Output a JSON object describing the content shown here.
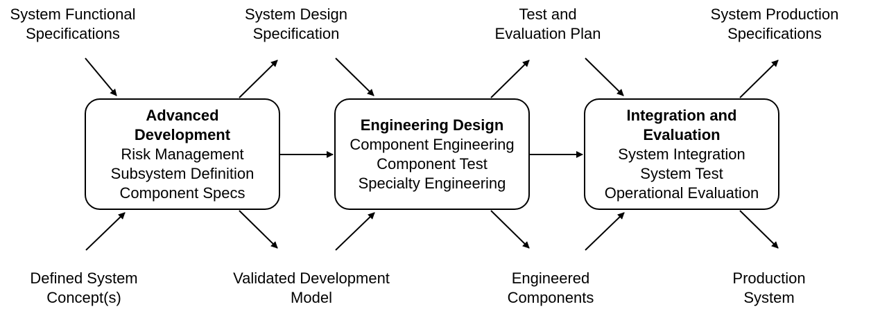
{
  "inputs": {
    "system_functional_specifications": [
      "System Functional",
      "Specifications"
    ],
    "system_design_specification": [
      "System Design",
      "Specification"
    ],
    "test_and_evaluation_plan": [
      "Test and",
      "Evaluation Plan"
    ],
    "system_production_specifications": [
      "System Production",
      "Specifications"
    ]
  },
  "outputs": {
    "defined_system_concepts": [
      "Defined System",
      "Concept(s)"
    ],
    "validated_development_model": [
      "Validated Development",
      "Model"
    ],
    "engineered_components": [
      "Engineered",
      "Components"
    ],
    "production_system": [
      "Production",
      "System"
    ]
  },
  "stages": [
    {
      "title": [
        "Advanced",
        "Development"
      ],
      "items": [
        "Risk Management",
        "Subsystem Definition",
        "Component Specs"
      ]
    },
    {
      "title": [
        "Engineering Design"
      ],
      "items": [
        "Component Engineering",
        "Component Test",
        "Specialty Engineering"
      ]
    },
    {
      "title": [
        "Integration and",
        "Evaluation"
      ],
      "items": [
        "System Integration",
        "System Test",
        "Operational Evaluation"
      ]
    }
  ]
}
